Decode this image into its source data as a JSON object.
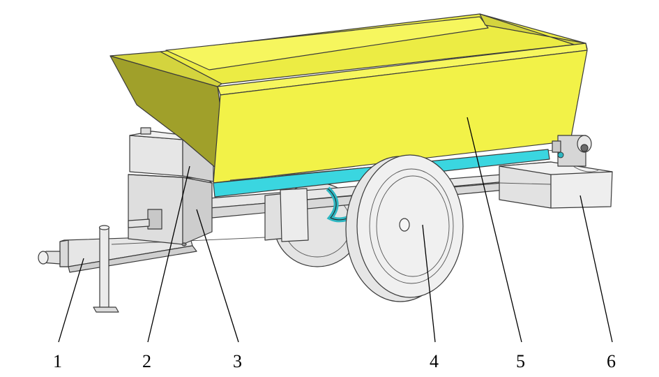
{
  "labels": [
    "1",
    "2",
    "3",
    "4",
    "5",
    "6"
  ],
  "colors": {
    "hopper_front": "#f2f248",
    "hopper_top": "#f6f65e",
    "hopper_side_dark": "#a0a02a",
    "hopper_side_light": "#d4d43e",
    "hopper_inner": "#ecec44",
    "frame_cyan": "#3ad6e0",
    "metal_light": "#ececec",
    "metal_mid": "#d6d6d6",
    "metal_dark": "#bdbdbd",
    "tire": "#f0f0f0"
  }
}
